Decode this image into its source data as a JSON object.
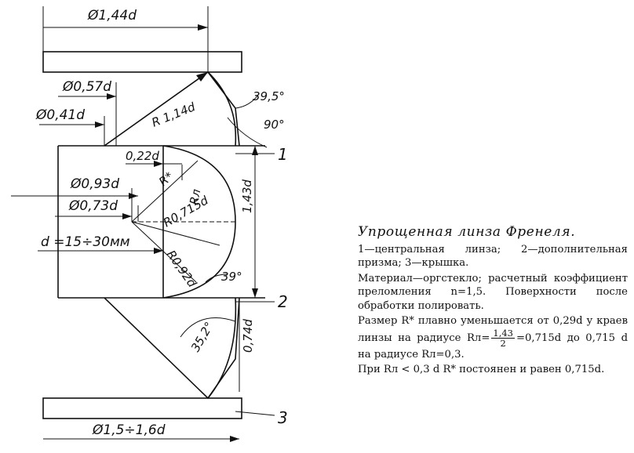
{
  "figure": {
    "dims": {
      "d_outer_cover": "Ø1,44d",
      "d_057": "Ø0,57d",
      "d_041": "Ø0,41d",
      "r_114": "R 1,14d",
      "angle_395": "39,5°",
      "angle_90": "90°",
      "d_022": "0,22d",
      "r_star": "R*",
      "r_lens": "Rл",
      "d_093": "Ø0,93d",
      "d_073": "Ø0,73d",
      "r_0715": "R0,715d",
      "d_range": "d =15÷30мм",
      "r_092": "R0,92d",
      "dim_143": "1,43d",
      "angle_39": "39°",
      "angle_352": "35,2°",
      "dim_074": "0,74d",
      "d_bottom": "Ø1,5÷1,6d"
    },
    "callouts": {
      "c1": "1",
      "c2": "2",
      "c3": "3"
    }
  },
  "caption": {
    "title": "Упрощенная линза Френеля.",
    "legend": "1—центральная линза; 2—дополнительная призма; 3—крышка.",
    "material": "Материал—оргстекло; расчетный коэффициент преломления n=1,5. Поверхности после обработки полировать.",
    "size_text_1": "Размер R* плавно уменьшается от 0,29d у краев линзы на радиусе",
    "r_sym": "Rл",
    "eq": "=",
    "frac_num": "1,43",
    "frac_den": "2",
    "size_text_2": "=0,715d до 0,715 d на радиусе Rл=0,3.",
    "size_text_3": "При Rл < 0,3 d R* постоянен и равен 0,715d."
  }
}
